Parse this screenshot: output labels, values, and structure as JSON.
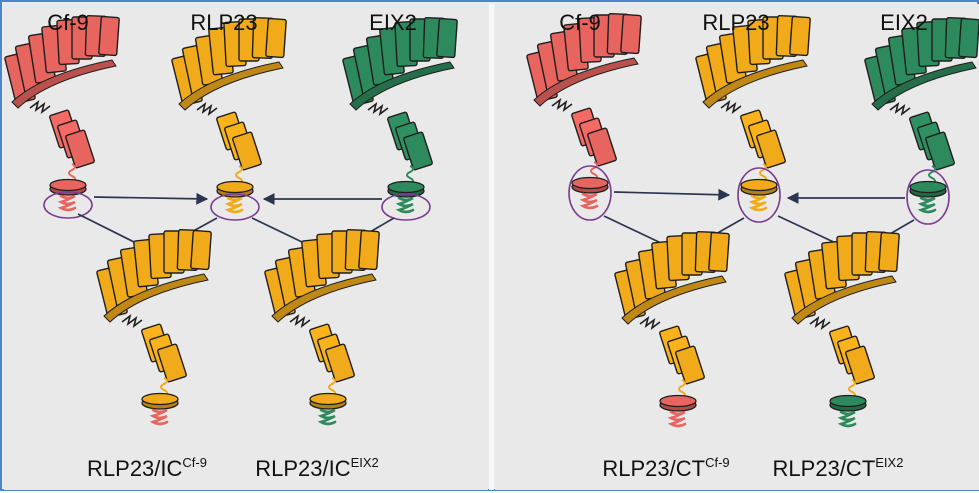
{
  "colors": {
    "cf9": "#e8655f",
    "rlp23": "#f0aa1a",
    "eix2": "#2d8a5c",
    "outline": "#1e1e1e",
    "circle": "#7a3d8f",
    "arrow": "#2b3550",
    "frame": "#4a86c8"
  },
  "panels": [
    {
      "id": "left",
      "swap": "IC",
      "top_labels": [
        "Cf-9",
        "RLP23",
        "EIX2"
      ],
      "bottom_labels": [
        {
          "base": "RLP23/IC",
          "sup": "Cf-9"
        },
        {
          "base": "RLP23/IC",
          "sup": "EIX2"
        }
      ]
    },
    {
      "id": "right",
      "swap": "CT",
      "top_labels": [
        "Cf-9",
        "RLP23",
        "EIX2"
      ],
      "bottom_labels": [
        {
          "base": "RLP23/CT",
          "sup": "Cf-9"
        },
        {
          "base": "RLP23/CT",
          "sup": "EIX2"
        }
      ]
    }
  ]
}
